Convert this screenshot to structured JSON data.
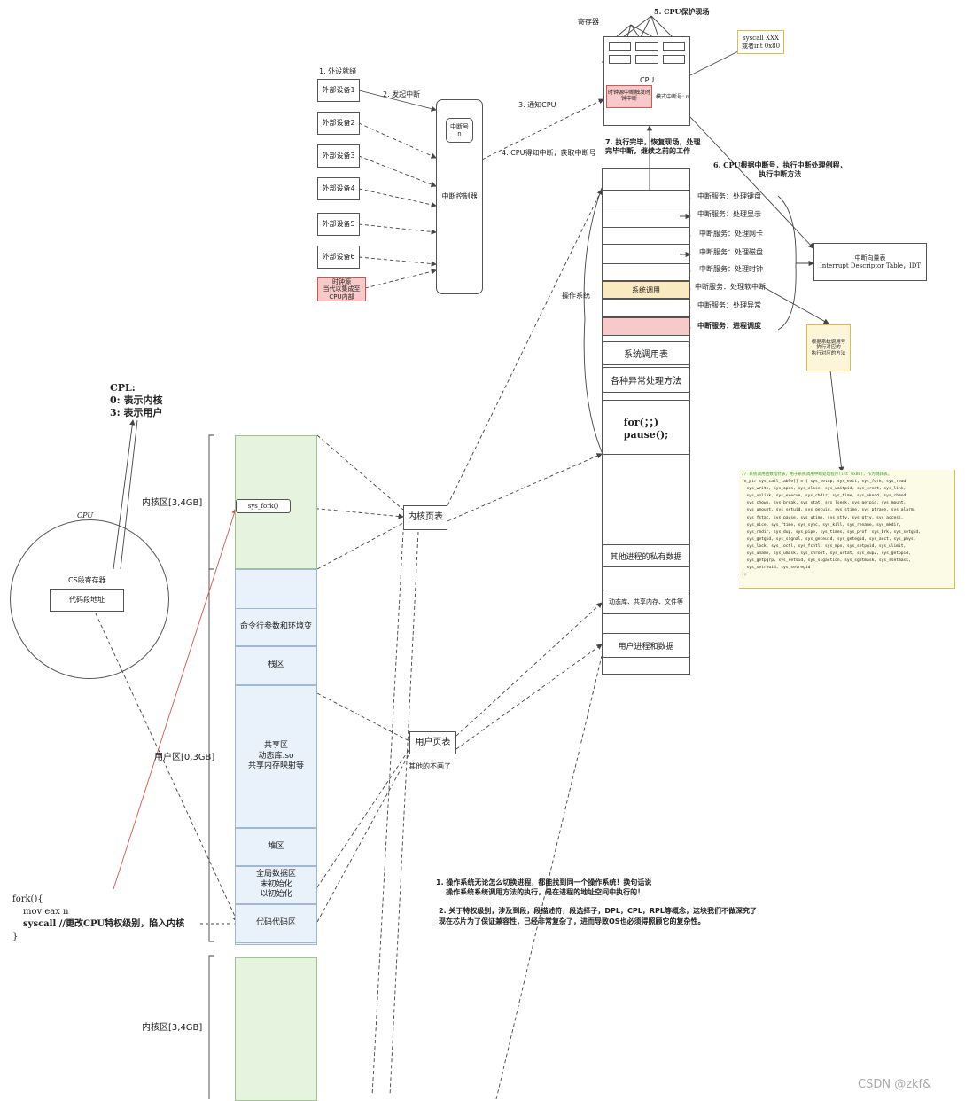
{
  "devices": {
    "step1": "1. 外设就绪",
    "items": [
      "外部设备1",
      "外部设备2",
      "外部设备3",
      "外部设备4",
      "外部设备5",
      "外部设备6"
    ],
    "clock": "时钟源\n当代以集成至\nCPU内部"
  },
  "interrupt": {
    "step2": "2. 发起中断",
    "controller": "中断控制器",
    "number_label": "中断号\nn",
    "step3": "3. 通知CPU",
    "step4": "4. CPU得知中断，获取中断号"
  },
  "cpu_top": {
    "registers": "寄存器",
    "step5": "5. CPU保护现场",
    "cpu": "CPU",
    "clock_box": "时钟源中断触发时钟中断",
    "mode_box": "模式中断号: n",
    "syscall_note": "syscall XXX\n或者int 0x80",
    "step7": "7. 执行完毕，恢复现场，处理\n完毕中断，继续之前的工作",
    "step6": "6. CPU根据中断号，执行中断处理例程，\n执行中断方法"
  },
  "idt": {
    "title": "中断向量表",
    "subtitle": "Interrupt Descriptor Table，IDT"
  },
  "os_column": {
    "os_label": "操作系统",
    "syscall_row": "系统调用",
    "services": [
      "中断服务：处理键盘",
      "中断服务：处理显示",
      "中断服务：处理网卡",
      "中断服务：处理磁盘",
      "中断服务：处理时钟",
      "中断服务：处理软中断",
      "中断服务：处理异常",
      "中断服务：进程调度"
    ],
    "syscall_table": "系统调用表",
    "exception_methods": "各种异常处理方法",
    "loop": "for(；；)\npause();",
    "other_private": "其他进程的私有数据",
    "shared_libs": "动态库、共享内存、文件等",
    "user_proc": "用户进程和数据"
  },
  "yellow_note": "根据系统调用号\n执行对应的\n执行对应的方法",
  "code": {
    "comment": "// 系统调用函数指针表，用于系统调用中断处理程序(int 0x80)，作为跳转表。",
    "lines": [
      "fn_ptr sys_call_table[] = { sys_setup, sys_exit, sys_fork, sys_read,",
      "  sys_write, sys_open, sys_close, sys_waitpid, sys_creat, sys_link,",
      "  sys_unlink, sys_execve, sys_chdir, sys_time, sys_mknod, sys_chmod,",
      "  sys_chown, sys_break, sys_stat, sys_lseek, sys_getpid, sys_mount,",
      "  sys_umount, sys_setuid, sys_getuid, sys_stime, sys_ptrace, sys_alarm,",
      "  sys_fstat, sys_pause, sys_utime, sys_stty, sys_gtty, sys_access,",
      "  sys_nice, sys_ftime, sys_sync, sys_kill, sys_rename, sys_mkdir,",
      "  sys_rmdir, sys_dup, sys_pipe, sys_times, sys_prof, sys_brk, sys_setgid,",
      "  sys_getgid, sys_signal, sys_geteuid, sys_getegid, sys_acct, sys_phys,",
      "  sys_lock, sys_ioctl, sys_fcntl, sys_mpx, sys_setpgid, sys_ulimit,",
      "  sys_uname, sys_umask, sys_chroot, sys_ustat, sys_dup2, sys_getppid,",
      "  sys_getpgrp, sys_setsid, sys_sigaction, sys_sgetmask, sys_ssetmask,",
      "  sys_setreuid, sys_setregid",
      "};"
    ]
  },
  "cpl": {
    "title": "CPL:",
    "line0": "0:  表示内核",
    "line3": "3:  表示用户"
  },
  "cpu_circle": {
    "title": "CPU",
    "cs": "CS段寄存器",
    "code_addr": "代码段地址"
  },
  "memory": {
    "kernel_top_label": "内核区[3,4GB]",
    "sys_fork": "sys_fork()",
    "user_label": "用户区[0,3GB]",
    "segments": [
      "命令行参数和环境变",
      "栈区",
      "共享区\n动态库.so\n共享内存映射等",
      "堆区",
      "全局数据区\n未初始化\n以初始化",
      "代码代码区"
    ],
    "kernel_bottom_label": "内核区[3,4GB]"
  },
  "page_tables": {
    "kernel": "内核页表",
    "user": "用户页表",
    "user_note": "其他的不画了"
  },
  "fork_code": {
    "lines": [
      "fork(){",
      "mov eax n",
      "syscall //更改CPU特权级别，陷入内核",
      "}"
    ]
  },
  "notes": {
    "n1": "1. 操作系统无论怎么切换进程，都能找到同一个操作系统！换句话说\n    操作系统系统调用方法的执行，是在进程的地址空间中执行的！",
    "n2": "2. 关于特权级别，涉及到段，段描述符，段选择子，DPL，CPL，RPL等概念，这块我们不做深究了\n现在芯片为了保证兼容性，已经非常复杂了，进而导致OS也必须得照顾它的复杂性。"
  },
  "watermark": "CSDN @zkf&"
}
